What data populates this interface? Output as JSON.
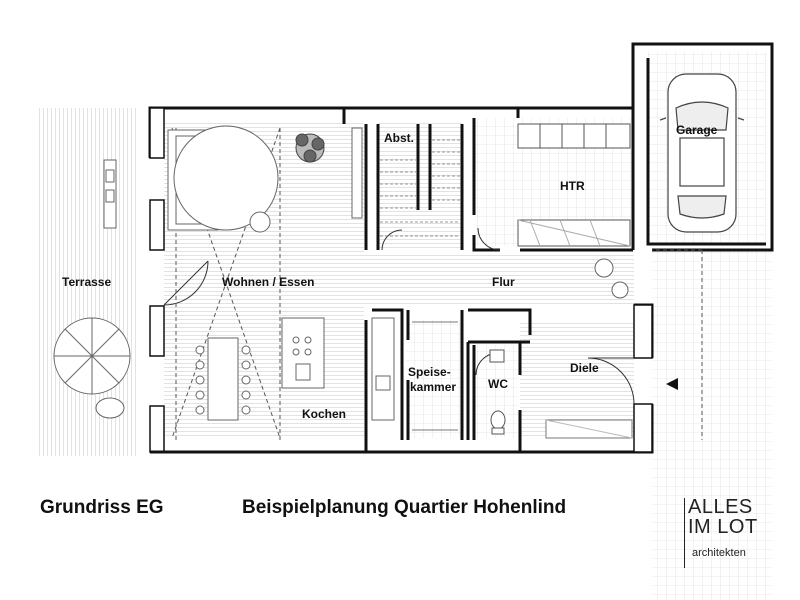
{
  "plan": {
    "rooms": {
      "terrasse": "Terrasse",
      "wohnen": "Wohnen / Essen",
      "abst": "Abst.",
      "htr": "HTR",
      "garage": "Garage",
      "flur": "Flur",
      "kochen": "Kochen",
      "speise_line1": "Speise-",
      "speise_line2": "kammer",
      "wc": "WC",
      "diele": "Diele"
    }
  },
  "footer": {
    "left_title": "Grundriss EG",
    "center_title": "Beispielplanung Quartier Hohenlind",
    "logo_line1": "ALLES",
    "logo_line2": "IM LOT",
    "logo_line3": "architekten"
  },
  "colors": {
    "wall": "#111111",
    "hatch": "#c8c8c8",
    "grid": "#d0d0d0",
    "furniture": "#777777"
  }
}
